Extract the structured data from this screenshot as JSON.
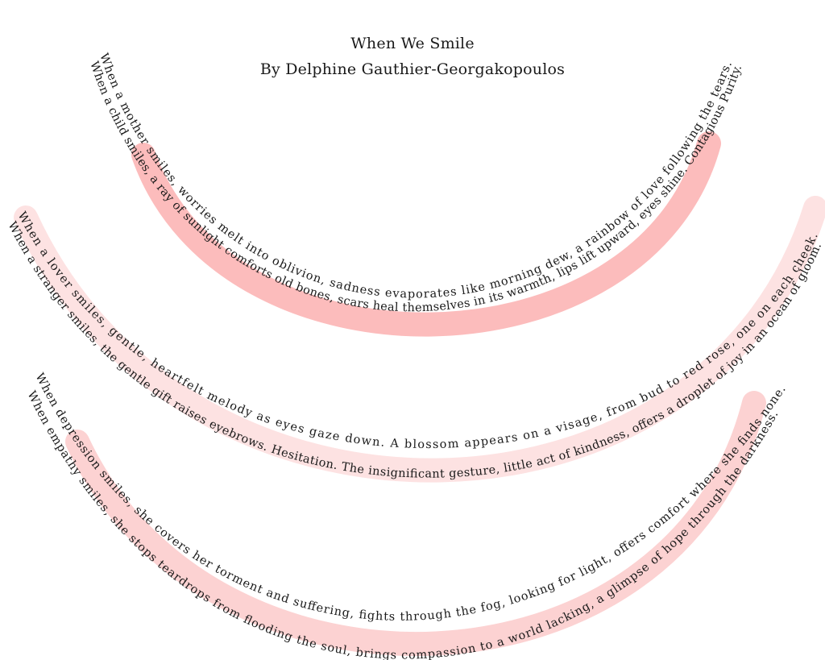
{
  "poem": {
    "title": "When We Smile",
    "author": "By Delphine Gauthier-Georgakopoulos",
    "verses": [
      "When a mother smiles, worries melt into oblivion, sadness evaporates like morning dew, a rainbow of love following the tears.",
      "When a child smiles, a ray of sunlight comforts old bones, scars heal themselves in its warmth, lips lift upward, eyes shine. Contagious Purity.",
      "When a lover smiles, gentle, heartfelt melody as eyes gaze down. A blossom appears on a visage, from bud to red rose, one on each cheek.",
      "When a stranger smiles, the gentle gift raises eyebrows. Hesitation. The insignificant gesture, little act of kindness, offers a droplet of joy in an ocean of gloom.",
      "When depression smiles, she covers her torment and suffering, fights through the fog, looking for light, offers comfort where she finds none.",
      "When empathy smiles, she stops teardrops from flooding the soul, brings compassion to a world lacking, a glimpse of hope through the darkness."
    ]
  },
  "colors": {
    "band_top": "#fcbcbc",
    "band_middle": "#fde2e2",
    "band_bottom": "#fcd2d2",
    "text": "#1a1a1a"
  }
}
